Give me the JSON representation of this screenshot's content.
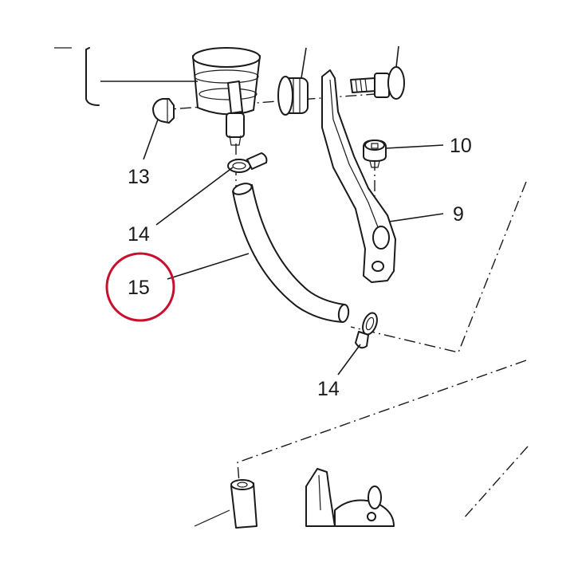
{
  "diagram": {
    "callouts": [
      {
        "id": "callout-10",
        "text": "10"
      },
      {
        "id": "callout-9",
        "text": "9"
      },
      {
        "id": "callout-13",
        "text": "13"
      },
      {
        "id": "callout-14-upper",
        "text": "14"
      },
      {
        "id": "callout-15",
        "text": "15"
      },
      {
        "id": "callout-14-lower",
        "text": "14"
      }
    ],
    "highlight": {
      "target": "15",
      "color": "#c8102e"
    },
    "colors": {
      "line": "#1a1a1a",
      "background": "#ffffff"
    }
  }
}
